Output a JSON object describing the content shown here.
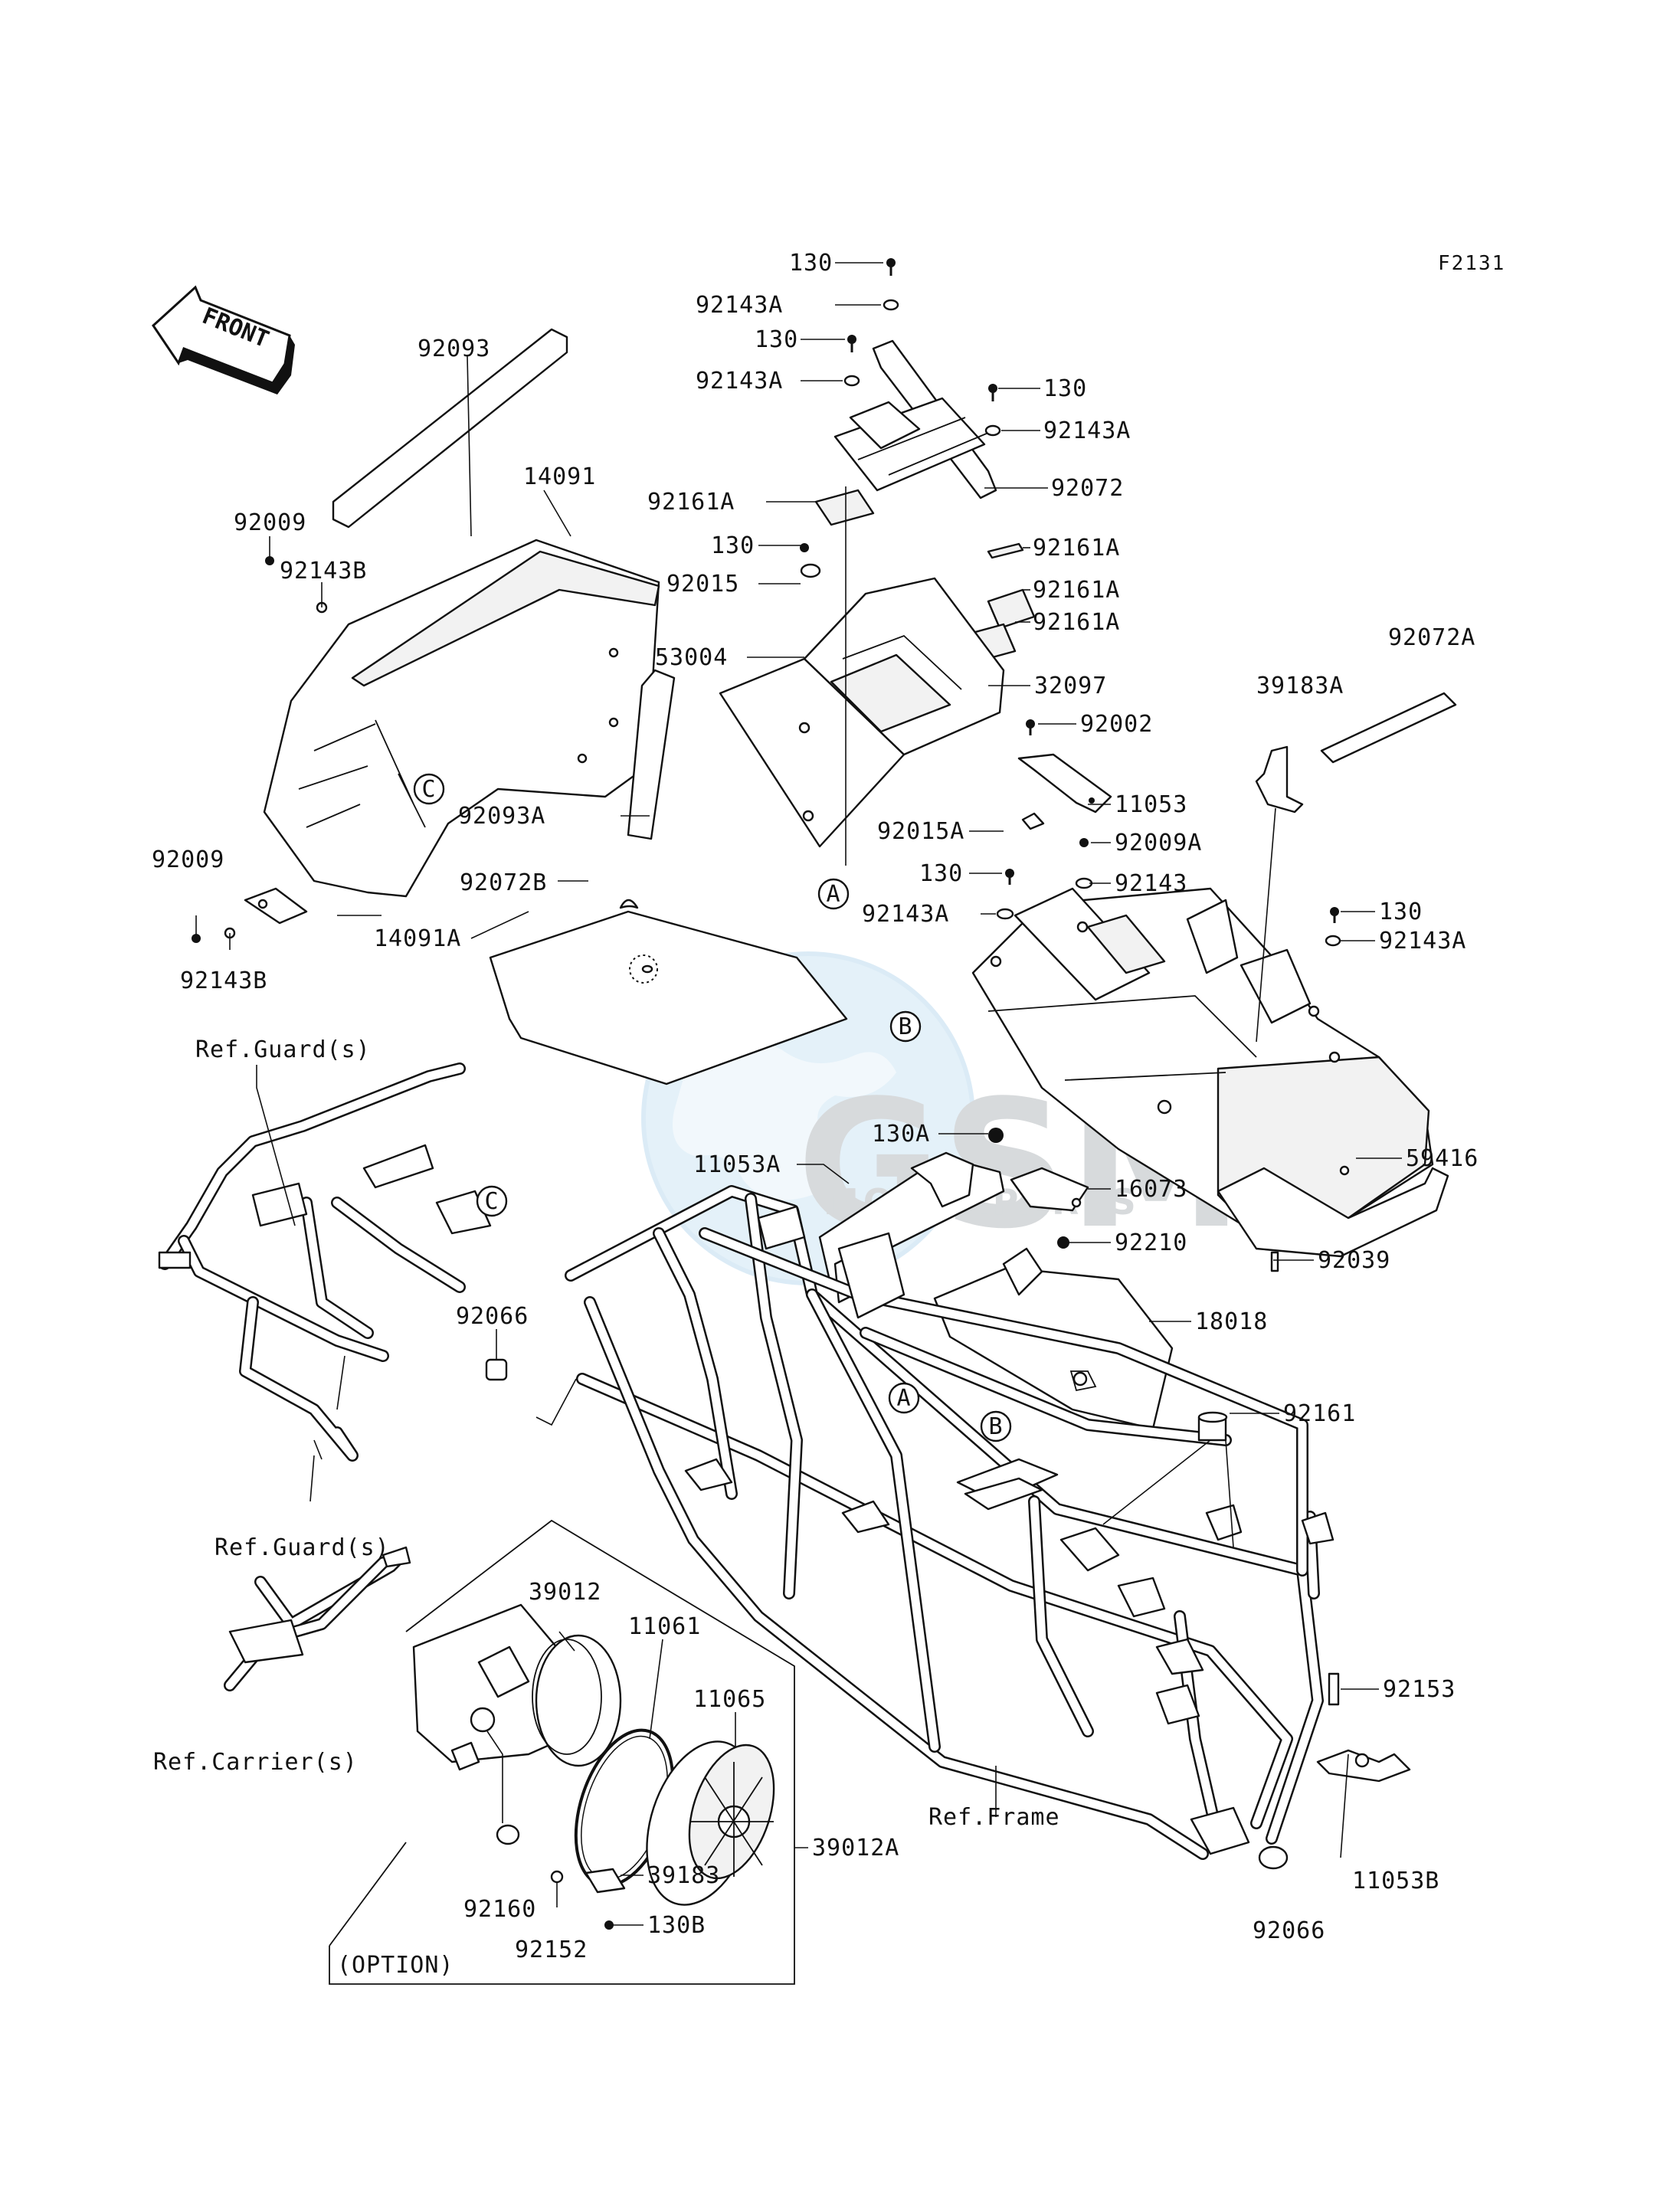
{
  "diagram_code": "F2131",
  "front_marker": "FRONT",
  "watermark": {
    "brand": "GSM",
    "subtitle": "MOTORPARTS"
  },
  "callouts": {
    "A": "A",
    "B": "B",
    "C": "C"
  },
  "labels": {
    "l130_a": "130",
    "l92143A_a": "92143A",
    "l130_b": "130",
    "l92143A_b": "92143A",
    "l130_c": "130",
    "l92143A_c": "92143A",
    "l92072": "92072",
    "l92161A_a": "92161A",
    "l130_d": "130",
    "l92161A_b": "92161A",
    "l92015": "92015",
    "l92161A_c": "92161A",
    "l92161A_d": "92161A",
    "l53004": "53004",
    "l32097": "32097",
    "l92002": "92002",
    "l11053": "11053",
    "l92015A": "92015A",
    "l92009A": "92009A",
    "l130_e": "130",
    "l92143": "92143",
    "l92143A_d": "92143A",
    "l130_f": "130",
    "l92143A_e": "92143A",
    "l92093": "92093",
    "l14091": "14091",
    "l92009_a": "92009",
    "l92143B_a": "92143B",
    "l92093A": "92093A",
    "l92009_b": "92009",
    "l92143B_b": "92143B",
    "l92072B": "92072B",
    "l14091A": "14091A",
    "l92072A": "92072A",
    "l39183A": "39183A",
    "lRefGuard_a": "Ref.Guard(s)",
    "l130A": "130A",
    "l11053A": "11053A",
    "l16073": "16073",
    "l59416": "59416",
    "l92210": "92210",
    "l92039": "92039",
    "l18018": "18018",
    "l92066_a": "92066",
    "l92161": "92161",
    "lRefGuard_b": "Ref.Guard(s)",
    "l39012": "39012",
    "l11061": "11061",
    "l11065": "11065",
    "lRefCarrier": "Ref.Carrier(s)",
    "lRefFrame": "Ref.Frame",
    "l92153": "92153",
    "l11053B": "11053B",
    "l39012A": "39012A",
    "l39183": "39183",
    "l130B": "130B",
    "l92160": "92160",
    "l92152": "92152",
    "lOption": "(OPTION)",
    "l92066_b": "92066"
  }
}
